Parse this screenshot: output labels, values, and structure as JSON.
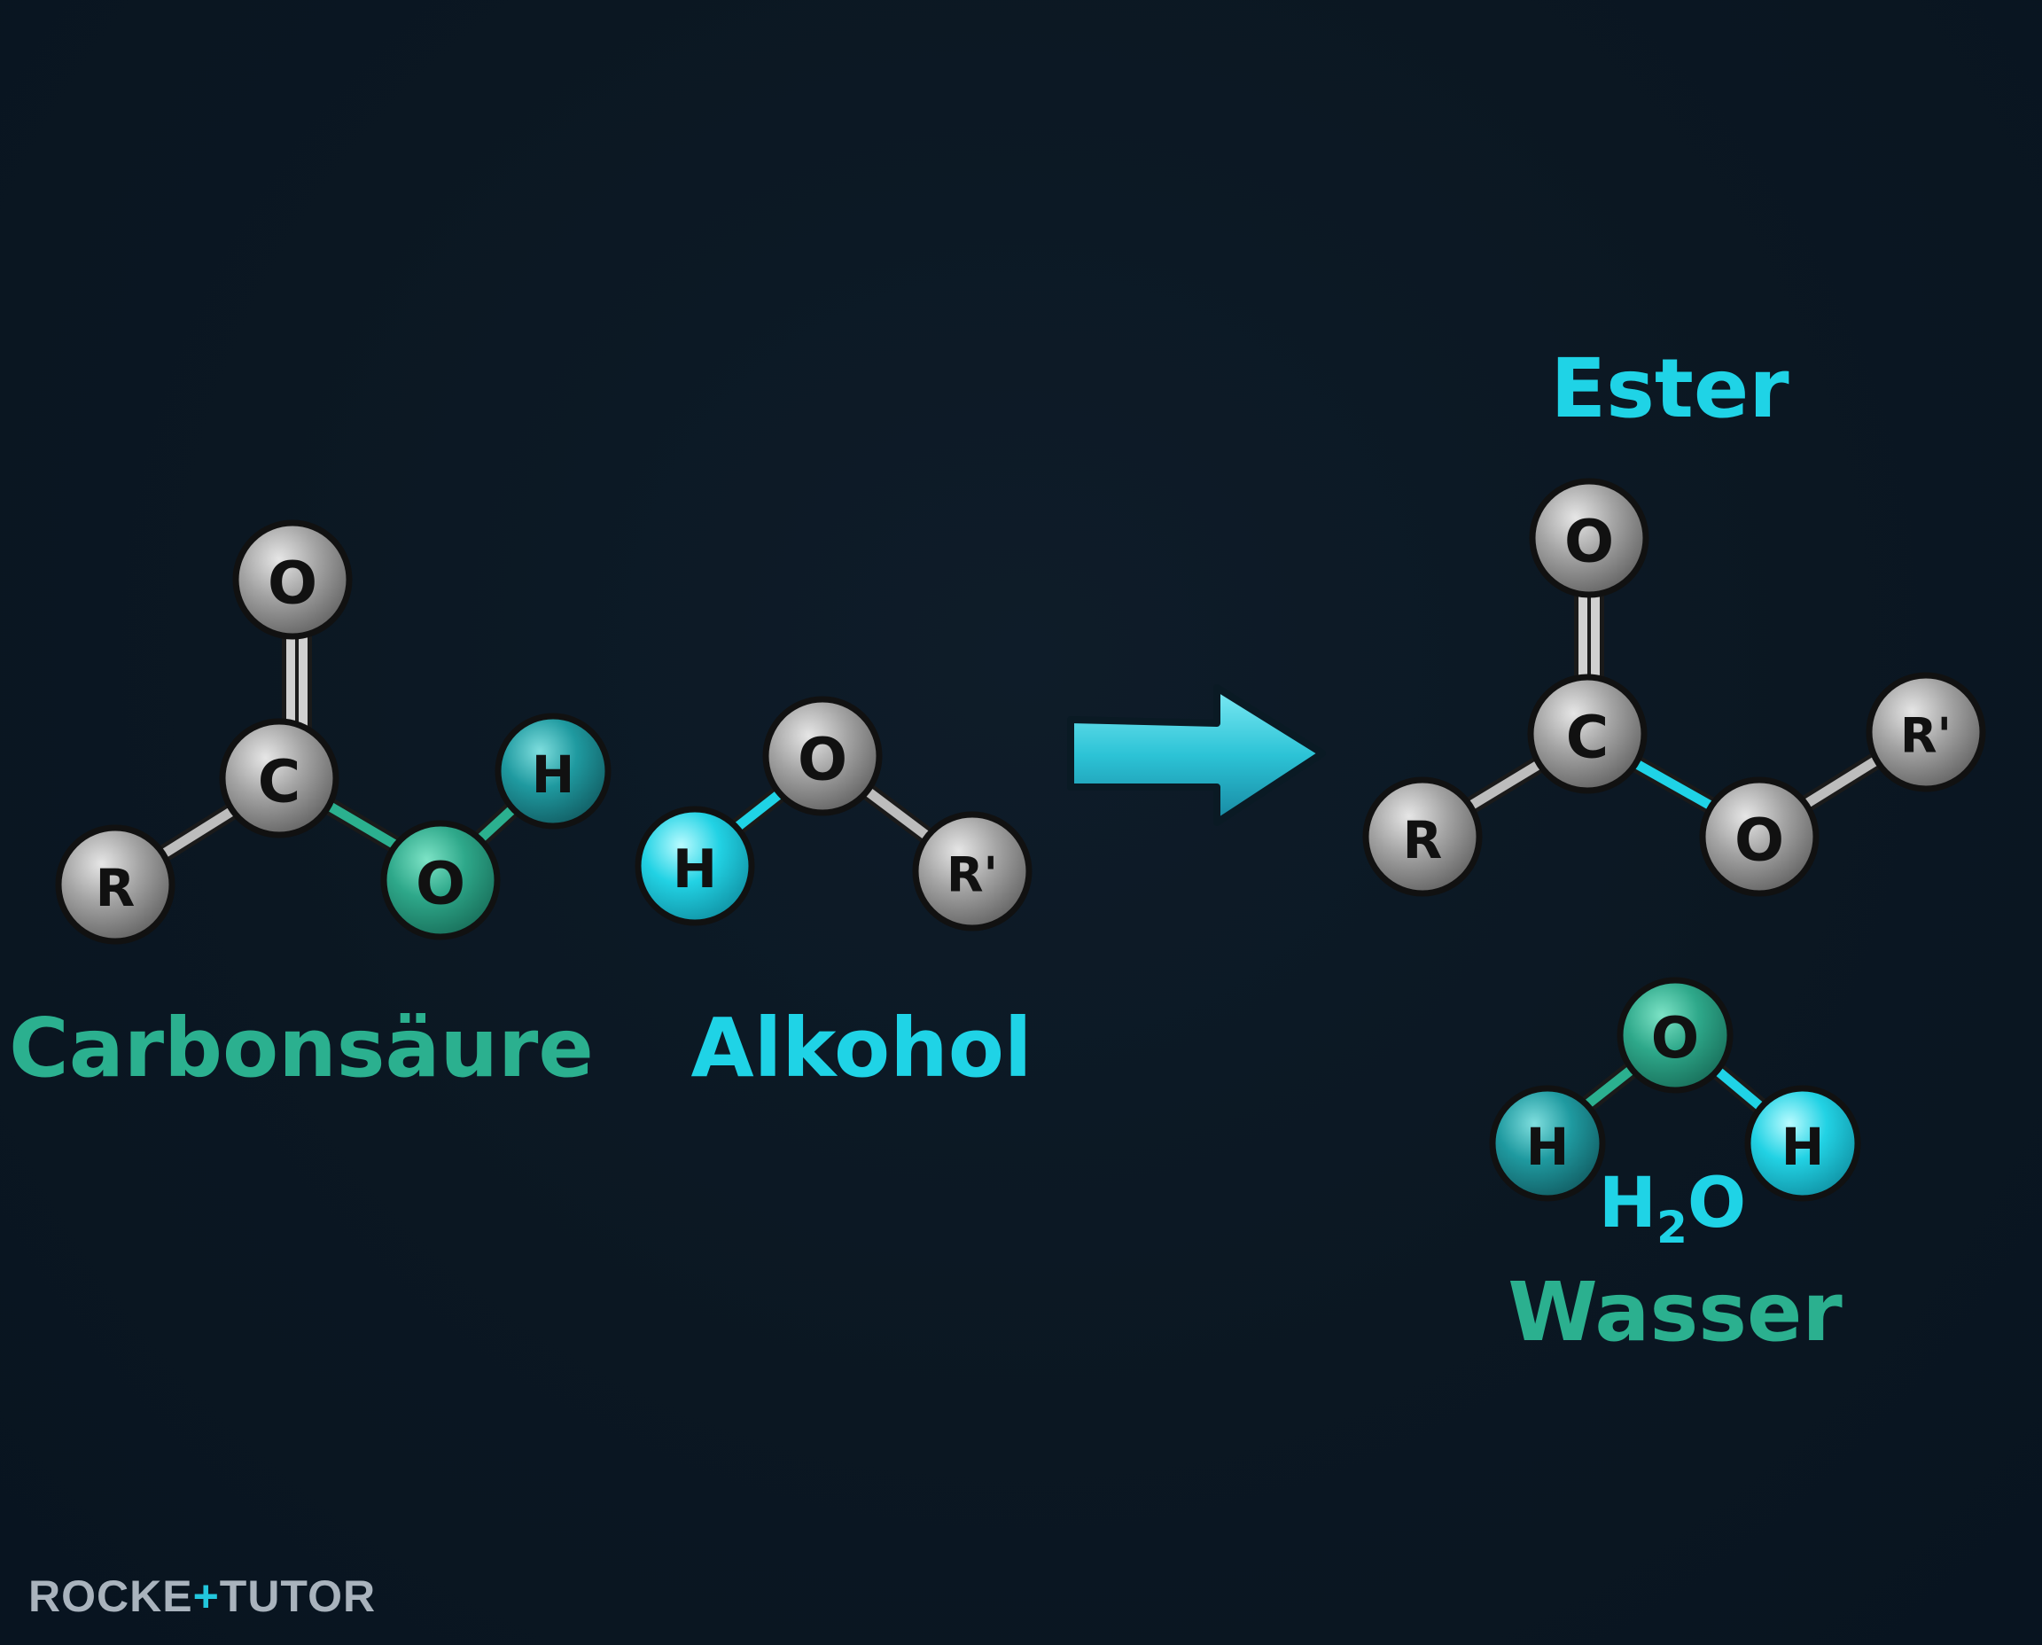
{
  "molecules": {
    "carboxylic_acid": {
      "label": "Carbonsäure",
      "atoms": {
        "o_top": "O",
        "c": "C",
        "r": "R",
        "o": "O",
        "h": "H"
      }
    },
    "alcohol": {
      "label": "Alkohol",
      "atoms": {
        "h": "H",
        "o": "O",
        "r": "R'"
      }
    },
    "ester": {
      "label": "Ester",
      "atoms": {
        "o_top": "O",
        "c": "C",
        "r": "R",
        "o": "O",
        "r2": "R'"
      }
    },
    "water": {
      "label": "Wasser",
      "formula_main": "H",
      "formula_sub": "2",
      "formula_end": "O",
      "atoms": {
        "o": "O",
        "h1": "H",
        "h2": "H"
      }
    }
  },
  "logo": {
    "part1": "ROCKE",
    "part2": "+",
    "part3": "TUTOR"
  },
  "colors": {
    "background": "#0b1722",
    "gray_atom": "#9a9a9a",
    "teal": "#2bb08f",
    "cyan": "#1fd3e6",
    "arrow": "#2cc3d6"
  }
}
